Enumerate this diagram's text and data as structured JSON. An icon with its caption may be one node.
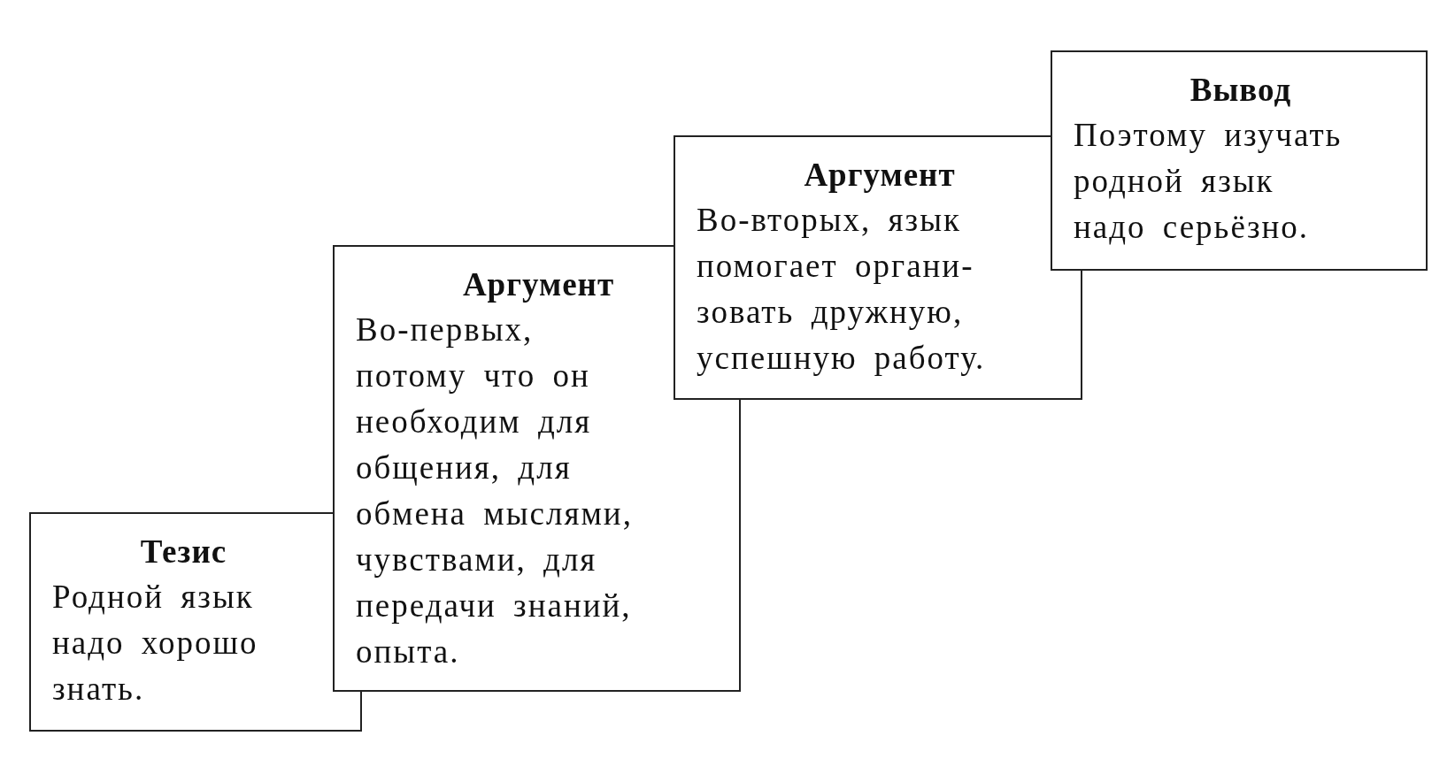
{
  "diagram": {
    "nodes": [
      {
        "text": [
          "Тезис",
          "Родной язык надо хорошо знать."
        ]
      },
      {
        "text": [
          "Аргумент",
          "Во-первых, потому что он необходим для общения, для обмена мыслями, чувствами, для передачи знаний, опыта."
        ]
      },
      {
        "text": [
          "Аргумент",
          "Во-вторых, язык помогает органи- зовать дружную, успешную работу."
        ]
      },
      {
        "text": [
          "Вывод",
          "Поэтому изучать родной язык надо серьёзно."
        ]
      }
    ]
  }
}
